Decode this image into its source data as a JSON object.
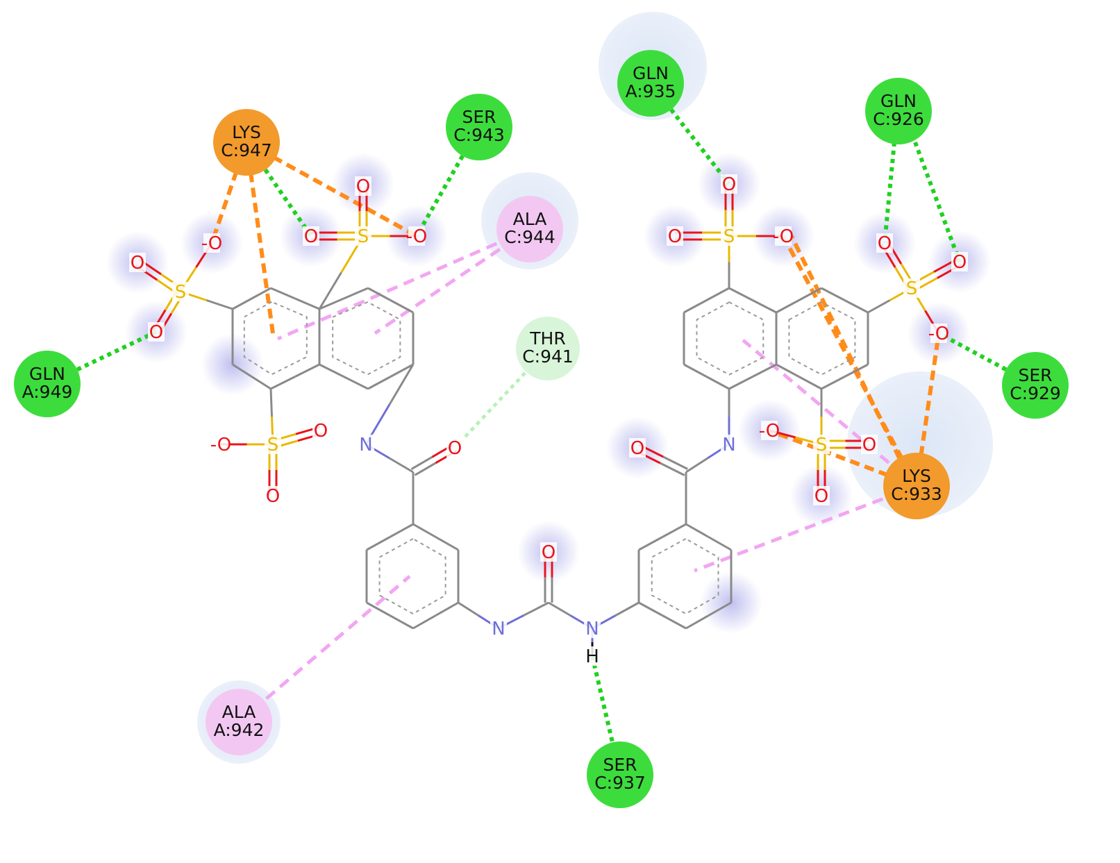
{
  "colors": {
    "bond": "#8a8a8a",
    "oxygen": "#e8141c",
    "nitrogen": "#6f6fd8",
    "sulfur": "#e8b800",
    "hydrogen": "#111111",
    "hbond": "#1fd11f",
    "salt_bridge": "#ff8c1a",
    "hydrophobic": "#f2a6f2",
    "weak_hbond": "#b8f0b8",
    "green_residue": "#3ddc3d",
    "orange_residue": "#f39a2c",
    "pink_residue": "#f2c8f2",
    "pale_green_residue": "#d9f5d9",
    "solvent_halo": "#dbe6f6",
    "exposure_glow": "#b8b8ee"
  },
  "atom_labels": {
    "O": "O",
    "O_minus": "-O",
    "S": "S",
    "N": "N",
    "H": "H"
  },
  "residues": [
    {
      "id": "gln-a949",
      "line1": "GLN",
      "line2": "A:949",
      "kind": "green"
    },
    {
      "id": "lys-c947",
      "line1": "LYS",
      "line2": "C:947",
      "kind": "orange"
    },
    {
      "id": "ser-c943",
      "line1": "SER",
      "line2": "C:943",
      "kind": "green"
    },
    {
      "id": "ala-c944",
      "line1": "ALA",
      "line2": "C:944",
      "kind": "pink"
    },
    {
      "id": "thr-c941",
      "line1": "THR",
      "line2": "C:941",
      "kind": "pale-green"
    },
    {
      "id": "ala-a942",
      "line1": "ALA",
      "line2": "A:942",
      "kind": "pink"
    },
    {
      "id": "ser-c937",
      "line1": "SER",
      "line2": "C:937",
      "kind": "green"
    },
    {
      "id": "gln-a935",
      "line1": "GLN",
      "line2": "A:935",
      "kind": "green"
    },
    {
      "id": "gln-c926",
      "line1": "GLN",
      "line2": "C:926",
      "kind": "green"
    },
    {
      "id": "ser-c929",
      "line1": "SER",
      "line2": "C:929",
      "kind": "green"
    },
    {
      "id": "lys-c933",
      "line1": "LYS",
      "line2": "C:933",
      "kind": "orange"
    }
  ]
}
